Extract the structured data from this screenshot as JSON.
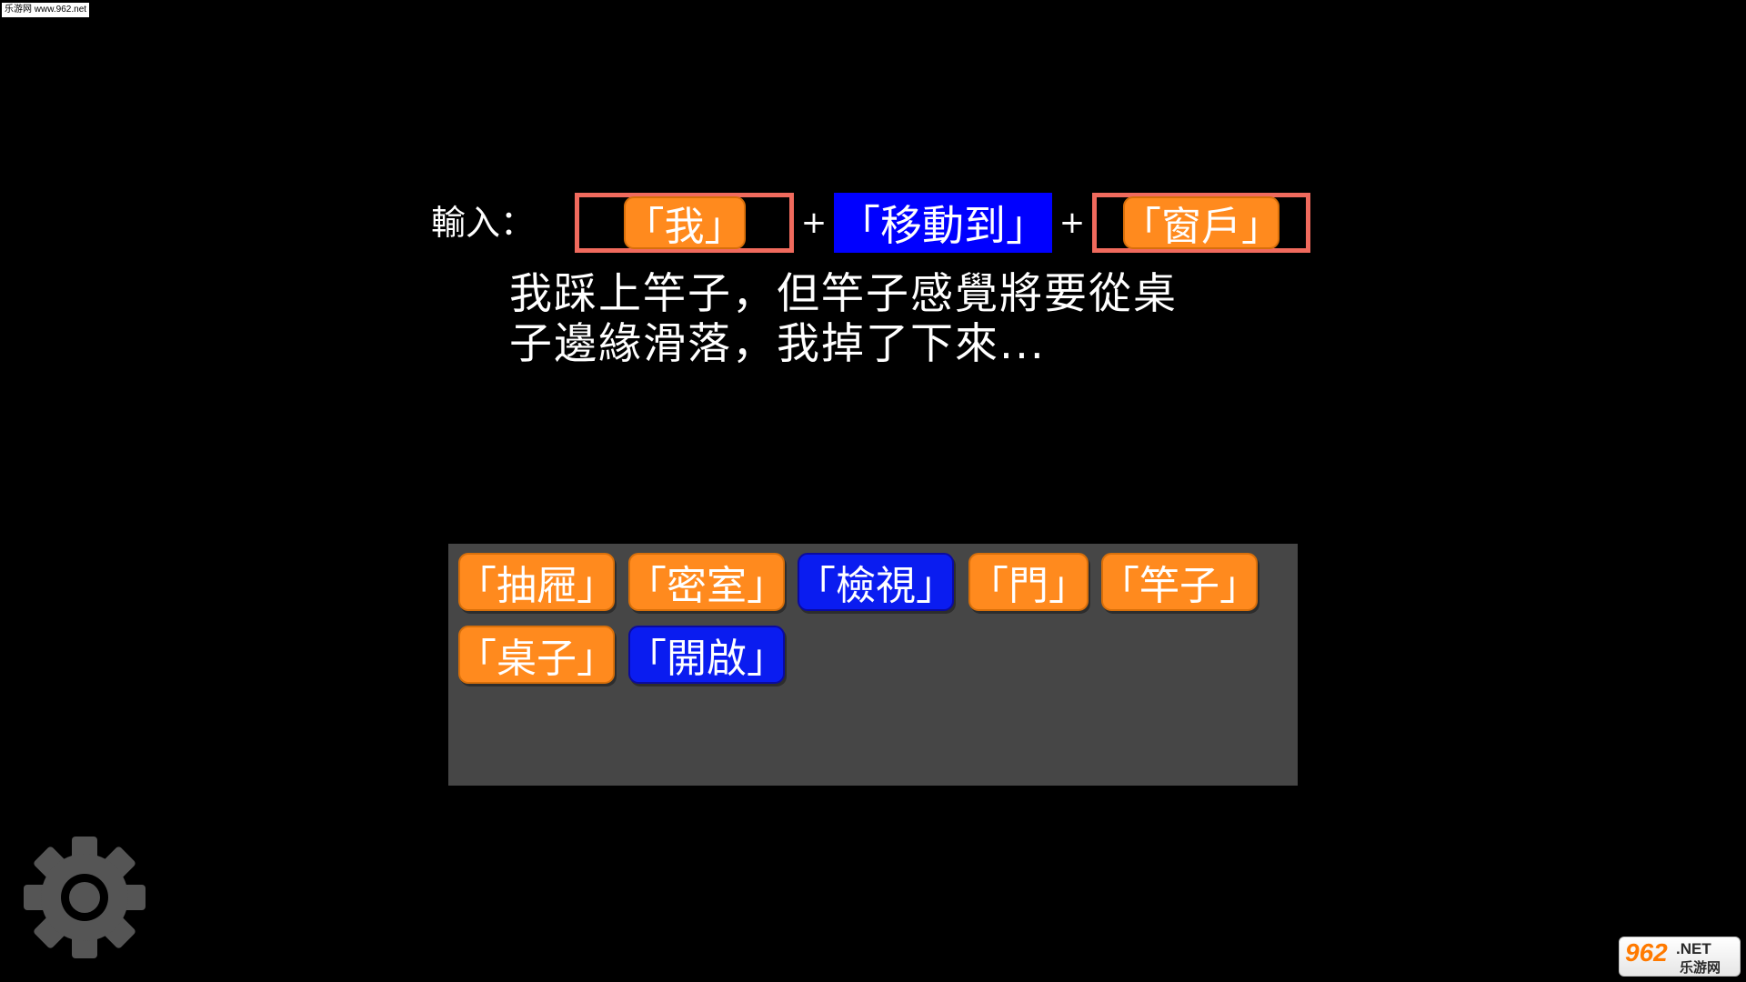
{
  "watermark_top": "乐游网 www.962.net",
  "input": {
    "label": "輸入：",
    "subject": "「我」",
    "plus": "+",
    "verb": "「移動到」",
    "object": "「窗戶」"
  },
  "narration": {
    "line1": "我踩上竿子，但竿子感覺將要從桌",
    "line2": "子邊緣滑落，我掉了下來..."
  },
  "word_bank": [
    {
      "label": "「抽屜」",
      "kind": "noun"
    },
    {
      "label": "「密室」",
      "kind": "noun"
    },
    {
      "label": "「檢視」",
      "kind": "verb"
    },
    {
      "label": "「門」",
      "kind": "noun"
    },
    {
      "label": "「竿子」",
      "kind": "noun"
    },
    {
      "label": "「桌子」",
      "kind": "noun"
    },
    {
      "label": "「開啟」",
      "kind": "verb"
    }
  ],
  "colors": {
    "noun_chip": "#ff8a1e",
    "verb_chip": "#0a1cf0",
    "slot_border": "#f06a5d",
    "panel_bg": "#464646",
    "gear": "#555555"
  },
  "settings_icon": "gear-icon",
  "brand_logo": {
    "number": "962",
    "suffix": ".NET",
    "chinese": "乐游网"
  }
}
